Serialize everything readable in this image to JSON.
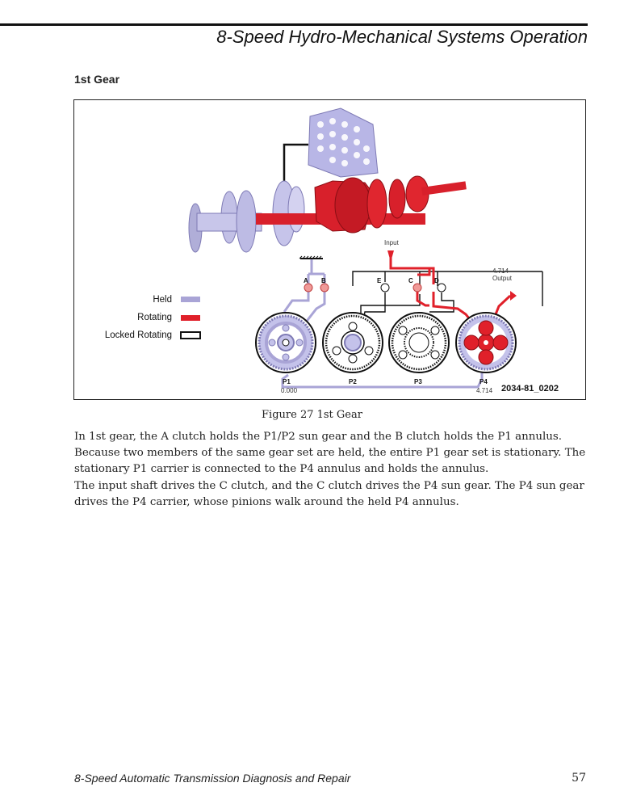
{
  "header": {
    "title": "8-Speed Hydro-Mechanical Systems Operation"
  },
  "section": {
    "title": "1st Gear"
  },
  "figure": {
    "legend": [
      {
        "label": "Held",
        "swatch": "held"
      },
      {
        "label": "Rotating",
        "swatch": "rotating"
      },
      {
        "label": "Locked Rotating",
        "swatch": "locked"
      }
    ],
    "input_label": "Input",
    "output_ratio": "4.714",
    "output_label": "Output",
    "clutches": [
      "A",
      "B",
      "E",
      "C",
      "D"
    ],
    "gearsets": [
      "P1",
      "P2",
      "P3",
      "P4"
    ],
    "p1_ratio": "0.000",
    "p4_ratio": "4.714",
    "figure_id": "2034-81_0202",
    "caption": "Figure 27  1st Gear"
  },
  "body": {
    "paragraph1": "In 1st gear, the A clutch holds the P1/P2 sun gear and the B clutch holds the P1 annulus.  Because two members of the same gear set are held, the entire P1 gear set is stationary.  The stationary P1 carrier is connected to the P4 annulus and holds the annulus.",
    "paragraph2": "The input shaft drives the C clutch, and the C clutch drives the P4 sun gear.  The P4 sun gear drives the P4 carrier, whose pinions walk around the held P4 annulus."
  },
  "footer": {
    "title": "8-Speed Automatic Transmission Diagnosis and Repair",
    "page": "57"
  },
  "colors": {
    "held": "#a9a4d6",
    "rotating": "#e0202a",
    "locked": "#ffffff",
    "line": "#111111"
  }
}
